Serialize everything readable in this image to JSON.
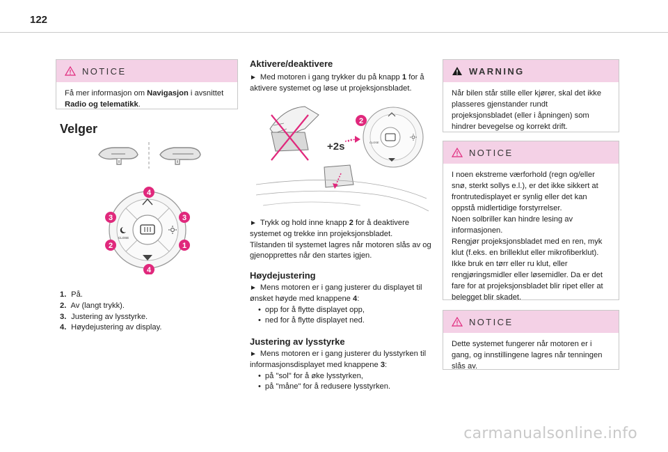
{
  "page": {
    "number": "122"
  },
  "notice1": {
    "title": "NOTICE",
    "text_1": "Få mer informasjon om ",
    "bold_1": "Navigasjon",
    "text_2": " i avsnittet ",
    "bold_2": "Radio og telematikk",
    "text_3": "."
  },
  "velger": {
    "heading": "Velger",
    "button_labels": {
      "n1": "1",
      "n2": "2",
      "n3": "3",
      "n4": "4",
      "close": "CLOSE"
    },
    "items": [
      {
        "num": "1.",
        "text": "På."
      },
      {
        "num": "2.",
        "text": "Av (langt trykk)."
      },
      {
        "num": "3.",
        "text": "Justering av lysstyrke."
      },
      {
        "num": "4.",
        "text": "Høydejustering av display."
      }
    ]
  },
  "aktivere": {
    "heading": "Aktivere/deaktivere",
    "para1_a": "Med motoren i gang trykker du på knapp ",
    "para1_b": "1",
    "para1_c": " for å aktivere systemet og løse ut projeksjonsbladet.",
    "illus_label": "+2s",
    "illus_badge": "2",
    "illus_close": "CLOSE",
    "para2_a": "Trykk og hold inne knapp ",
    "para2_b": "2",
    "para2_c": " for å deaktivere systemet og trekke inn projeksjonsbladet.",
    "para2_d": "Tilstanden til systemet lagres når motoren slås av og gjenopprettes når den startes igjen."
  },
  "hoyde": {
    "heading": "Høydejustering",
    "para_a": "Mens motoren er i gang justerer du displayet til ønsket høyde med knappene ",
    "para_b": "4",
    "para_c": ":",
    "bullets": [
      "opp for å flytte displayet opp,",
      "ned for å flytte displayet ned."
    ]
  },
  "lysstyrke": {
    "heading": "Justering av lysstyrke",
    "para_a": "Mens motoren er i gang justerer du lysstyrken til informasjonsdisplayet med knappene ",
    "para_b": "3",
    "para_c": ":",
    "bullets": [
      "på \"sol\" for å øke lysstyrken,",
      "på \"måne\" for å redusere lysstyrken."
    ]
  },
  "warning": {
    "title": "WARNING",
    "text": "Når bilen står stille eller kjører, skal det ikke plasseres gjenstander rundt projeksjonsbladet (eller i åpningen) som hindrer bevegelse og korrekt drift."
  },
  "notice2": {
    "title": "NOTICE",
    "text_1": "I noen ekstreme værforhold (regn og/eller snø, sterkt sollys e.l.), er det ikke sikkert at frontrutedisplayet er synlig eller det kan oppstå midlertidige forstyrrelser.",
    "text_2": "Noen solbriller kan hindre lesing av informasjonen.",
    "text_3": "Rengjør projeksjonsbladet med en ren, myk klut (f.eks. en brilleklut eller mikrofiberklut). Ikke bruk en tørr eller ru klut, eller rengjøringsmidler eller løsemidler. Da er det fare for at projeksjonsbladet blir ripet eller at belegget blir skadet."
  },
  "notice3": {
    "title": "NOTICE",
    "text": "Dette systemet fungerer når motoren er i gang, og innstillingene lagres når tenningen slås av."
  },
  "footer": {
    "watermark": "carmanualsonline.info"
  },
  "colors": {
    "badge": "#e0287c",
    "box_header": "#f4d1e6",
    "warning_icon": "#1a1a1a"
  }
}
